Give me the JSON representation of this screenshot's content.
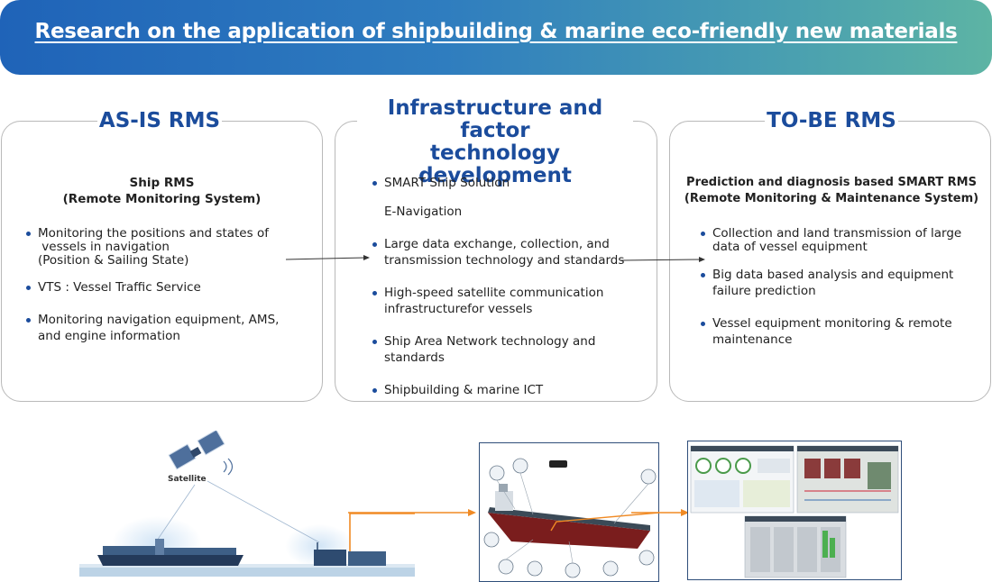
{
  "banner": {
    "title": "Research on the application of shipbuilding & marine eco-friendly new materials"
  },
  "asis": {
    "heading": "AS-IS RMS",
    "subtitle_line1": "Ship RMS",
    "subtitle_line2": "(Remote Monitoring System)",
    "items": [
      {
        "line1": "Monitoring the positions and states of",
        "line2": " vessels in navigation",
        "line3": "(Position & Sailing State)"
      },
      {
        "line1": "VTS : Vessel Traffic Service"
      },
      {
        "line1": "Monitoring navigation equipment, AMS,",
        "line2": "and engine information"
      }
    ]
  },
  "infra": {
    "heading_line1": "Infrastructure and factor",
    "heading_line2": "technology development",
    "items": [
      {
        "line1": "SMART Ship Solution"
      },
      {
        "line1": "E-Navigation"
      },
      {
        "line1": "Large data exchange, collection, and",
        "line2": "transmission technology and standards"
      },
      {
        "line1": "High-speed satellite communication",
        "line2": "infrastructurefor vessels"
      },
      {
        "line1": "Ship Area Network technology and",
        "line2": "standards"
      },
      {
        "line1": "Shipbuilding & marine ICT"
      }
    ]
  },
  "tobe": {
    "heading": "TO-BE RMS",
    "subtitle_line1": "Prediction and diagnosis based SMART RMS",
    "subtitle_line2": "(Remote Monitoring & Maintenance System)",
    "items": [
      {
        "line1": "Collection and land transmission of large",
        "line2": "data of vessel equipment"
      },
      {
        "line1": "Big data based analysis and equipment",
        "line2": "failure prediction"
      },
      {
        "line1": "Vessel equipment monitoring & remote",
        "line2": "maintenance"
      }
    ]
  },
  "illustration": {
    "satellite_label": "Satellite"
  },
  "colors": {
    "heading": "#1b4c9c",
    "bullet": "#1b4c9c",
    "flow_arrow": "#f08a24",
    "banner_start": "#1f63b8",
    "banner_end": "#5db4a4"
  }
}
